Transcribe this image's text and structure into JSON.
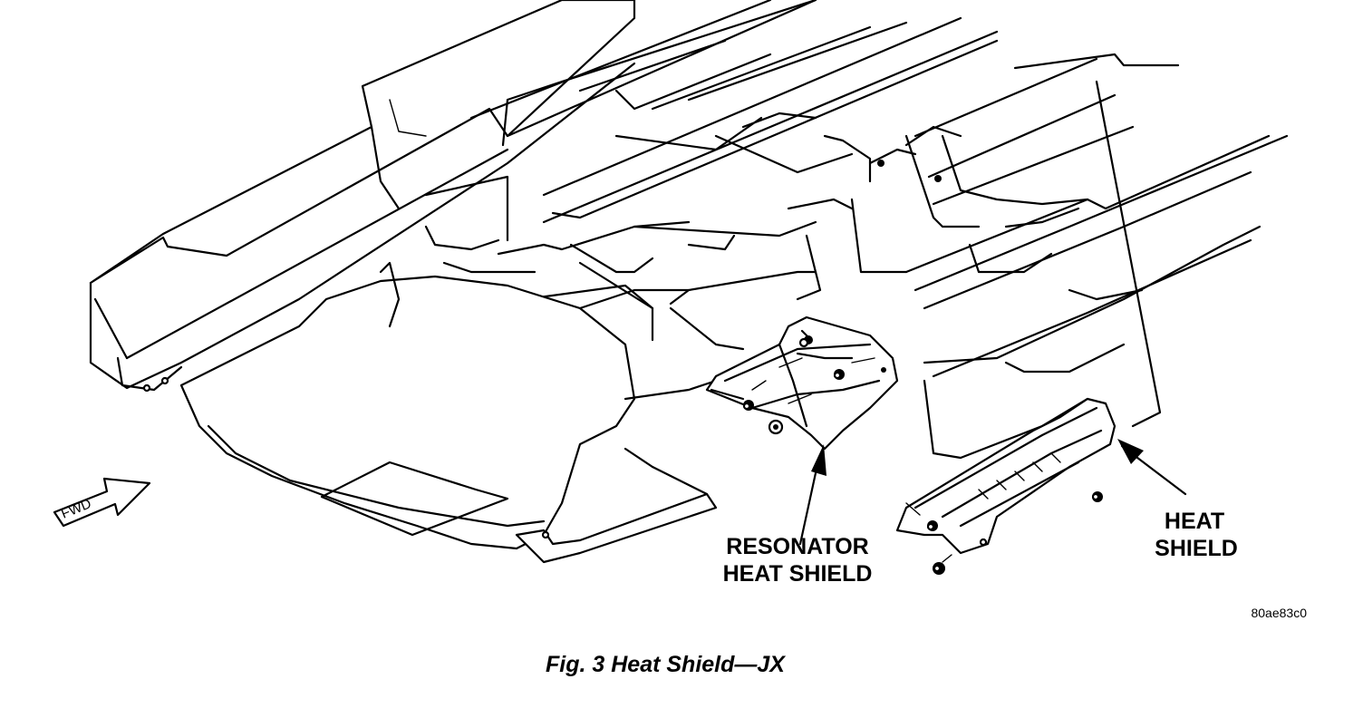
{
  "figure": {
    "caption": "Fig. 3 Heat Shield—JX",
    "image_code": "80ae83c0"
  },
  "labels": {
    "resonator_line1": "RESONATOR",
    "resonator_line2": "HEAT SHIELD",
    "heat_line1": "HEAT",
    "heat_line2": "SHIELD",
    "fwd": "FWD"
  },
  "icons": [
    "arrow-icon",
    "fastener-icon"
  ]
}
